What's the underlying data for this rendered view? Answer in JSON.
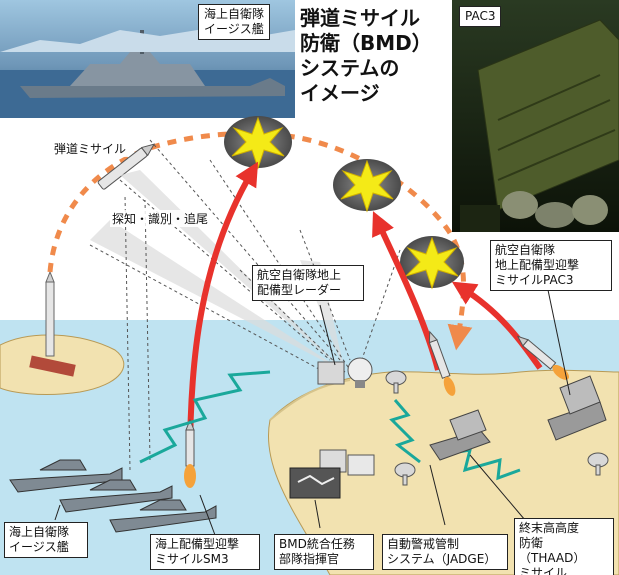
{
  "title": "弾道ミサイル\n防衛（BMD）\nシステムの\nイメージ",
  "photos": {
    "aegis_caption": "海上自衛隊\nイージス艦",
    "pac3_caption": "PAC3"
  },
  "labels": {
    "ballistic_missile": "弾道ミサイル",
    "detect_track": "探知・識別・追尾",
    "radar": "航空自衛隊地上\n配備型レーダー",
    "pac3_unit": "航空自衛隊\n地上配備型迎撃\nミサイルPAC3",
    "aegis_ship": "海上自衛隊\nイージス艦",
    "sm3": "海上配備型迎撃\nミサイルSM3",
    "bmd_command": "BMD統合任務\n部隊指揮官",
    "jadge": "自動警戒管制\nシステム（JADGE）",
    "thaad": "終末高高度\n防衛（THAAD）\nミサイル"
  },
  "colors": {
    "sea": "#bfe3f1",
    "land": "#f2e2b0",
    "interceptor_arrow": "#e8322c",
    "trajectory": "#f08a4b",
    "datalink": "#1aa89b",
    "explosion": "#f4ea17"
  }
}
